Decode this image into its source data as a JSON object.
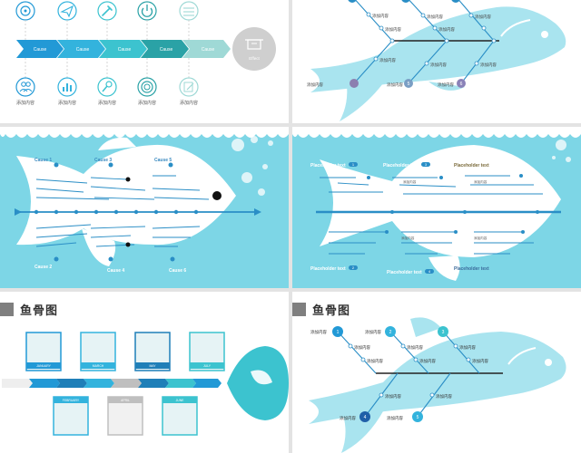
{
  "slide1": {
    "causes": [
      "Cause",
      "Cause",
      "Cause",
      "Cause",
      "Cause"
    ],
    "add_content": "添加内容",
    "effect_label": "Effect",
    "top_icons": [
      "target-icon",
      "paper-plane-icon",
      "wrench-icon",
      "power-icon",
      "sliders-icon"
    ],
    "bottom_icons": [
      "users-icon",
      "bar-chart-icon",
      "microphone-icon",
      "camera-lens-icon",
      "edit-icon"
    ],
    "colors": [
      "#2299d6",
      "#33b3dd",
      "#3cc3cf",
      "#2aa2a6",
      "#9fd9d6"
    ]
  },
  "slide2": {
    "add_content": "添加内容",
    "badges": [
      "5",
      "6"
    ]
  },
  "slide3": {
    "causes_top": [
      "Cause 1",
      "Cause 3",
      "Cause 5"
    ],
    "causes_bottom": [
      "Cause 2",
      "Cause 4",
      "Cause 6"
    ]
  },
  "slide4": {
    "placeholder": "Placeholder text",
    "small_label": "添加内容",
    "badges": [
      "1",
      "2",
      "3",
      "4",
      "5",
      "6"
    ]
  },
  "slide5": {
    "title": "鱼骨图",
    "months_top": [
      "JANUARY",
      "MARCH",
      "MAY",
      "JULY"
    ],
    "months_bottom": [
      "FEBRUARY",
      "APRIL",
      "JUNE"
    ]
  },
  "slide6": {
    "title": "鱼骨图",
    "add_content": "添加内容",
    "badges": [
      "1",
      "2",
      "3",
      "4",
      "5"
    ]
  }
}
